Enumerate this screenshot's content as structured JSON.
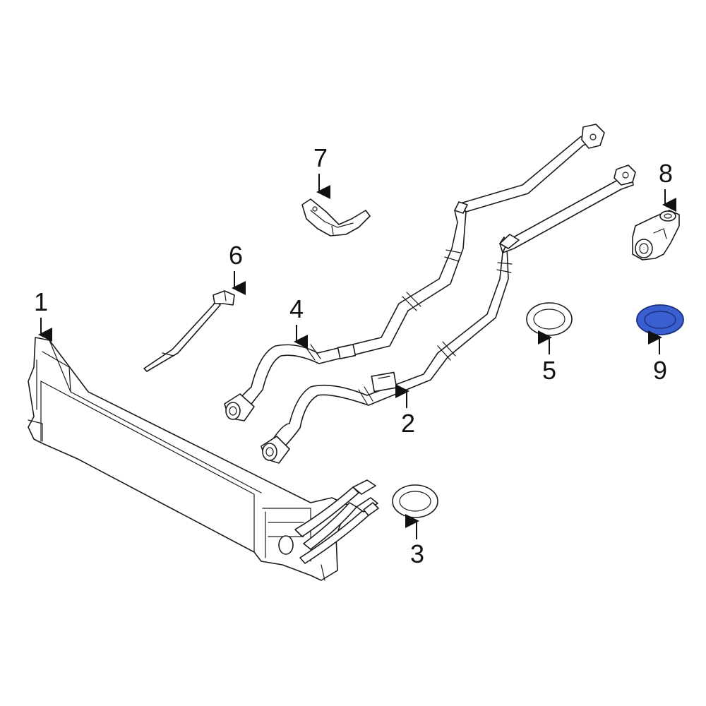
{
  "callouts": [
    {
      "id": "1",
      "label": "1"
    },
    {
      "id": "2",
      "label": "2"
    },
    {
      "id": "3",
      "label": "3"
    },
    {
      "id": "4",
      "label": "4"
    },
    {
      "id": "5",
      "label": "5"
    },
    {
      "id": "6",
      "label": "6"
    },
    {
      "id": "7",
      "label": "7"
    },
    {
      "id": "8",
      "label": "8"
    },
    {
      "id": "9",
      "label": "9"
    }
  ],
  "colors": {
    "line": "#1a1a1a",
    "highlight": "#3a5fd0",
    "highlight_stroke": "#1b2f7a",
    "background": "#ffffff"
  }
}
